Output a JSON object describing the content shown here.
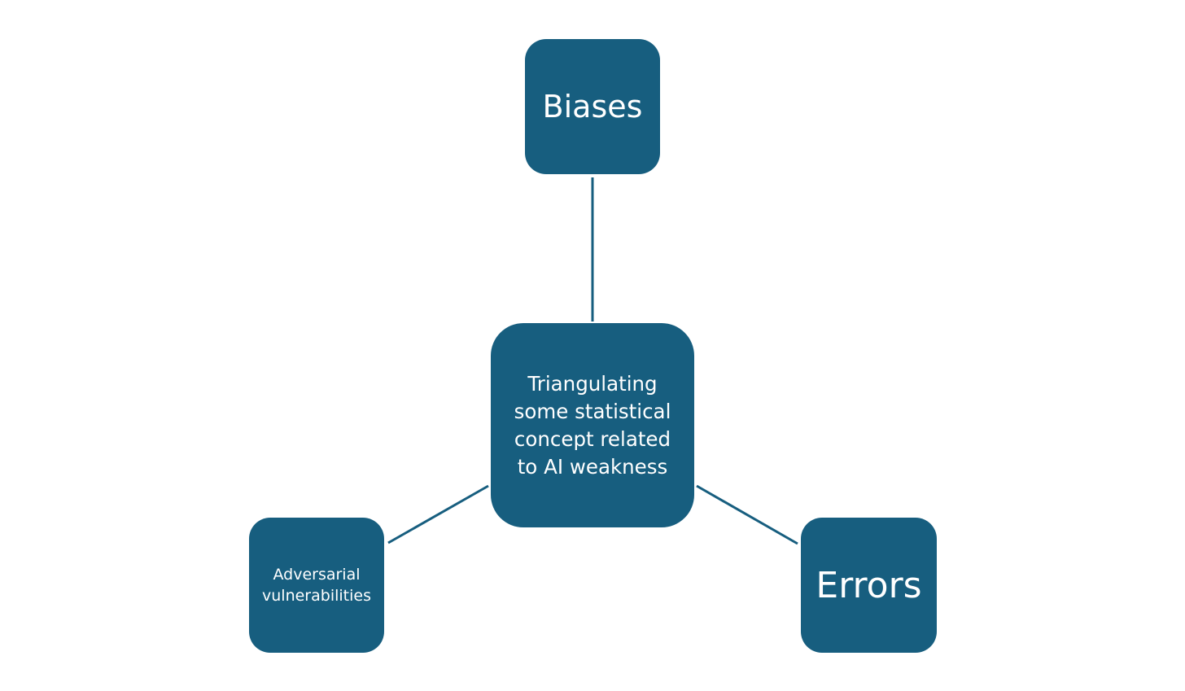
{
  "colors": {
    "node_fill": "#175e7f",
    "connector": "#175e7f",
    "text": "#ffffff",
    "background": "#ffffff"
  },
  "diagram": {
    "center": {
      "label": "Triangulating\nsome statistical\nconcept related\nto AI weakness"
    },
    "nodes": {
      "biases": "Biases",
      "adversarial": "Adversarial\nvulnerabilities",
      "errors": "Errors"
    },
    "edges": [
      {
        "from": "center",
        "to": "biases"
      },
      {
        "from": "center",
        "to": "adversarial"
      },
      {
        "from": "center",
        "to": "errors"
      }
    ]
  }
}
